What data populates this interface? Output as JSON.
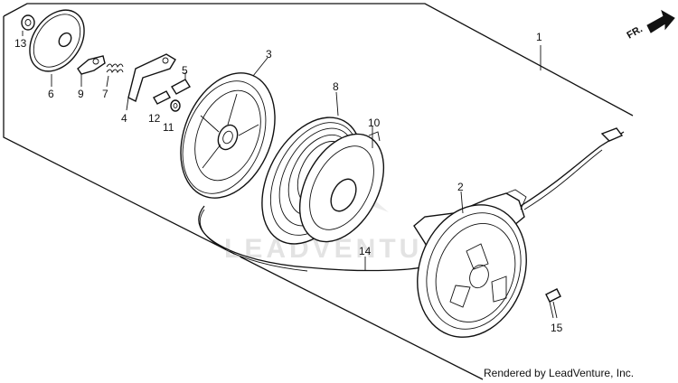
{
  "diagram": {
    "callouts": {
      "c1": "1",
      "c2": "2",
      "c3": "3",
      "c4": "4",
      "c5": "5",
      "c6": "6",
      "c7": "7",
      "c8": "8",
      "c9": "9",
      "c10": "10",
      "c11": "11",
      "c12": "12",
      "c13": "13",
      "c14": "14",
      "c15": "15"
    },
    "direction_label": "FR.",
    "watermark": "LEADVENTURE",
    "credit": "Rendered by LeadVenture, Inc."
  }
}
